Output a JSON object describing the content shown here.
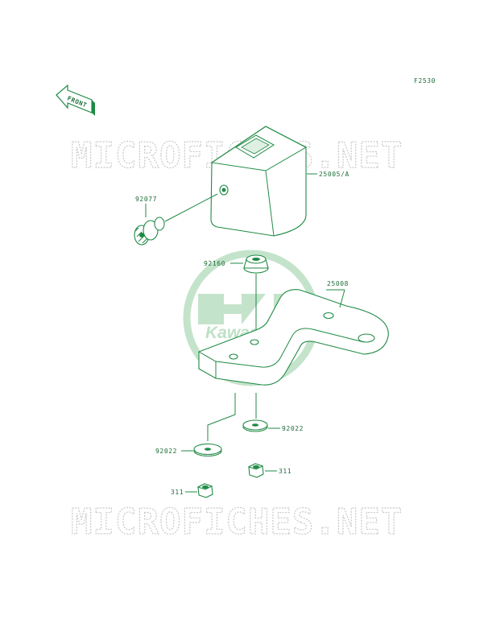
{
  "figure_code": "F2530",
  "front_label": "FRONT",
  "watermark_text": "MICROFICHES.NET",
  "logo_text": "Kawasaki",
  "parts": [
    {
      "id": "part-25005",
      "label": "25005/A"
    },
    {
      "id": "part-92077",
      "label": "92077"
    },
    {
      "id": "part-92160",
      "label": "92160"
    },
    {
      "id": "part-25008",
      "label": "25008"
    },
    {
      "id": "part-92022-right",
      "label": "92022"
    },
    {
      "id": "part-92022-left",
      "label": "92022"
    },
    {
      "id": "part-311-right",
      "label": "311"
    },
    {
      "id": "part-311-left",
      "label": "311"
    }
  ],
  "colors": {
    "line": "#1f8a45",
    "label": "#1f6e3a",
    "watermark": "#c9c9c9",
    "logo": "#bfe0c6"
  }
}
